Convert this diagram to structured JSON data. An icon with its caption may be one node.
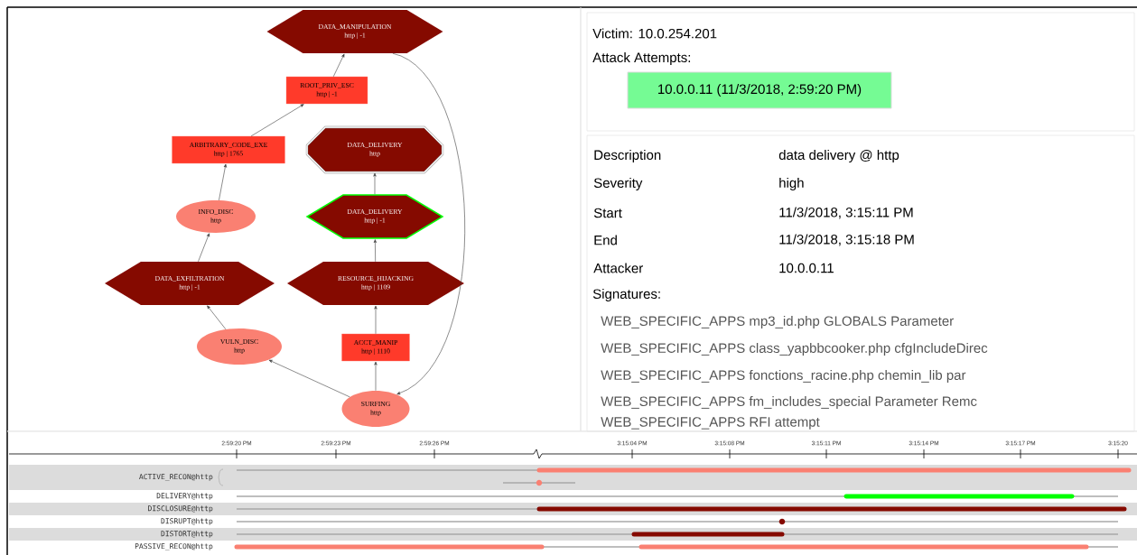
{
  "diagram": {
    "nodes": [
      {
        "text": [
          "DATA_MANIPULATION",
          "http | -1"
        ]
      },
      {
        "text": [
          "ROOT_PRIV_ESC",
          "http | -1"
        ]
      },
      {
        "text": [
          "ARBITRARY_CODE_EXE",
          "http | 1765"
        ]
      },
      {
        "text": [
          "DATA_DELIVERY",
          "http"
        ]
      },
      {
        "text": [
          "INFO_DISC",
          "http"
        ]
      },
      {
        "text": [
          "DATA_DELIVERY",
          "http | -1"
        ]
      },
      {
        "text": [
          "DATA_EXFILTRATION",
          "http | -1"
        ]
      },
      {
        "text": [
          "RESOURCE_HIJACKING",
          "http | 1109"
        ]
      },
      {
        "text": [
          "VULN_DISC",
          "http"
        ]
      },
      {
        "text": [
          "ACCT_MANIP",
          "http | 1110"
        ]
      },
      {
        "text": [
          "SURFING",
          "http"
        ]
      },
      {
        "text": [
          "10.0.0.11 (11/3/2018, 2:59:20 PM)"
        ]
      }
    ],
    "edges": [
      {
        "from": 1,
        "to": 0,
        "arrow": "to"
      },
      {
        "from": 2,
        "to": 1,
        "arrow": "to"
      },
      {
        "from": 4,
        "to": 2,
        "arrow": "to"
      },
      {
        "from": 6,
        "to": 4,
        "arrow": "to"
      },
      {
        "from": 8,
        "to": 6,
        "arrow": "to"
      },
      {
        "from": 10,
        "to": 8,
        "arrow": "to"
      },
      {
        "from": 10,
        "to": 9,
        "arrow": "to"
      },
      {
        "from": 9,
        "to": 7,
        "arrow": "to"
      },
      {
        "from": 7,
        "to": 5,
        "arrow": "to"
      },
      {
        "from": 5,
        "to": 3,
        "arrow": "to"
      },
      {
        "from": 0,
        "to": 10,
        "arrow": "to"
      }
    ],
    "labels": [
      "Victim: 10.0.254.201",
      "Attack Attempts:",
      "Description",
      "data delivery @ http",
      "Severity",
      "high",
      "Start",
      "11/3/2018, 3:15:11 PM",
      "End",
      "11/3/2018, 3:15:18 PM",
      "Attacker",
      "10.0.0.11",
      "Signatures:",
      "WEB_SPECIFIC_APPS mp3_id.php GLOBALS Parameter",
      "WEB_SPECIFIC_APPS class_yapbbcooker.php cfgIncludeDirec",
      "WEB_SPECIFIC_APPS fonctions_racine.php chemin_lib par",
      "WEB_SPECIFIC_APPS fm_includes_special Parameter Remc",
      "WEB_SPECIFIC_APPS RFI attempt",
      "2:59:20 PM",
      "2:59:23 PM",
      "2:59:26 PM",
      "3:15:04 PM",
      "3:15:08 PM",
      "3:15:11 PM",
      "3:15:14 PM",
      "3:15:17 PM",
      "3:15:20",
      "ACTIVE_RECON@http",
      "DELIVERY@http",
      "DISCLOSURE@http",
      "DISRUPT@http",
      "DISTORT@http",
      "PASSIVE_RECON@http"
    ]
  }
}
